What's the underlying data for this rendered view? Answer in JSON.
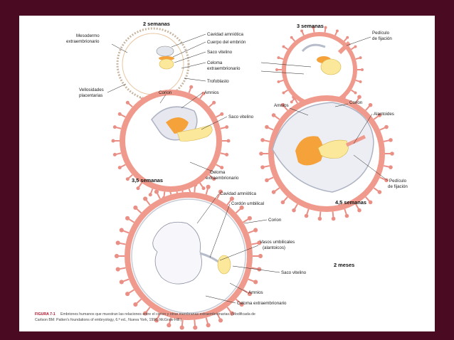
{
  "colors": {
    "background": "#4a0b22",
    "panel": "#ffffff",
    "chorion": "#ef9a8c",
    "villi": "#ea8f85",
    "yolk": "#fbe89a",
    "embryo": "#f5a23a",
    "amnion": "#c9ccd6"
  },
  "stages": {
    "s2": "2 semanas",
    "s3": "3 semanas",
    "s35": "3,5 semanas",
    "s45": "4,5 semanas",
    "s2m": "2 meses"
  },
  "labels": {
    "mesodermo": "Mesodermo",
    "extraembrionario": "extraembrionario",
    "cavidad_amniotica": "Cavidad amniótica",
    "cuerpo_embrion": "Cuerpo del embrión",
    "saco_vitelino": "Saco vitelino",
    "celoma": "Celoma",
    "celoma_extra": "extraembrionario",
    "trofoblasto": "Trofoblasto",
    "pediculo": "Pedículo",
    "de_fijacion": "de fijación",
    "vellosidades": "Vellosidades",
    "placentarias": "placentarias",
    "corion": "Corion",
    "amnios": "Amnios",
    "alantoides": "Alantoides",
    "cordon_umbilical": "Cordón umbilical",
    "vasos_umbilicales": "Vasos umbilicales",
    "alantoicos": "(alantoicos)",
    "celoma_extraembrionario": "Celoma extraembrionario"
  },
  "caption": {
    "figure": "FIGURA 7-1",
    "line1": "Embriones humanos que muestran las relaciones entre el corion y otras membranas extraembrionarias. (Modificada de",
    "line2": "Carlson BM: Patten's foundations of embryology, 6.ª ed., Nueva York, 1996, McGraw-Hill.)"
  }
}
